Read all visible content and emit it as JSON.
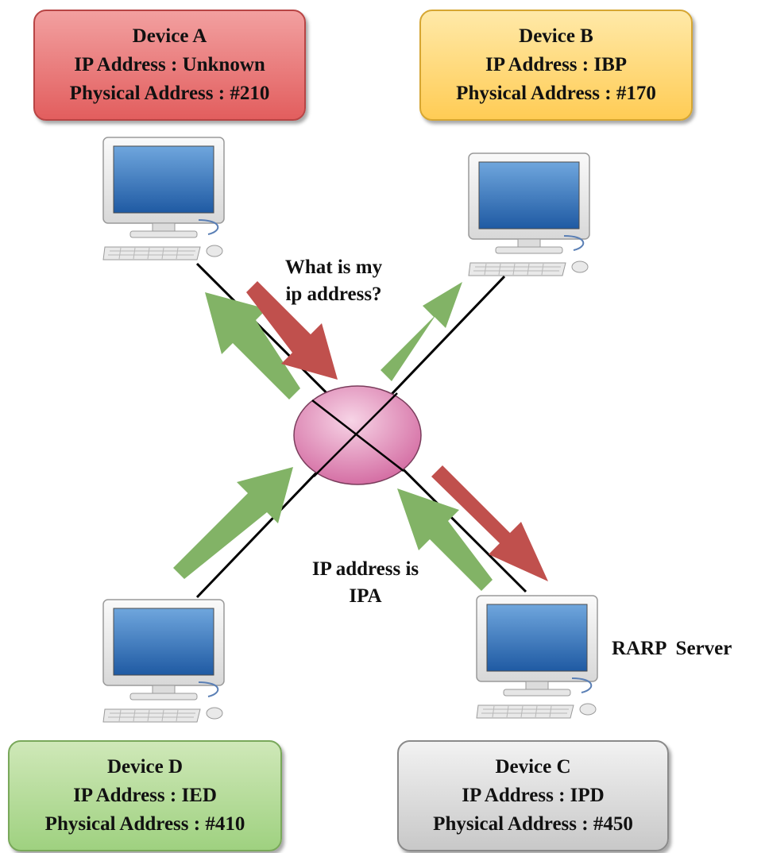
{
  "devices": {
    "a": {
      "name": "Device A",
      "ip": "IP Address : Unknown",
      "mac": "Physical Address : #210",
      "color": "#e86a6a"
    },
    "b": {
      "name": "Device B",
      "ip": "IP Address : IBP",
      "mac": "Physical Address : #170",
      "color": "#ffd35e"
    },
    "c": {
      "name": "Device C",
      "ip": "IP Address : IPD",
      "mac": "Physical Address : #450",
      "color": "#d0d0d0"
    },
    "d": {
      "name": "Device D",
      "ip": "IP Address : IED",
      "mac": "Physical Address : #410",
      "color": "#a8d68a"
    }
  },
  "labels": {
    "query_line1": "What is my",
    "query_line2": "ip address?",
    "reply_line1": "IP address is",
    "reply_line2": "IPA",
    "server": "RARP  Server"
  },
  "colors": {
    "request_arrow": "#c0504d",
    "response_arrow": "#82b366",
    "hub_fill": "#e48fb8",
    "screen": "#2f6fb5"
  },
  "icons": {
    "computer": "desktop-computer-icon",
    "hub": "network-hub-icon"
  }
}
